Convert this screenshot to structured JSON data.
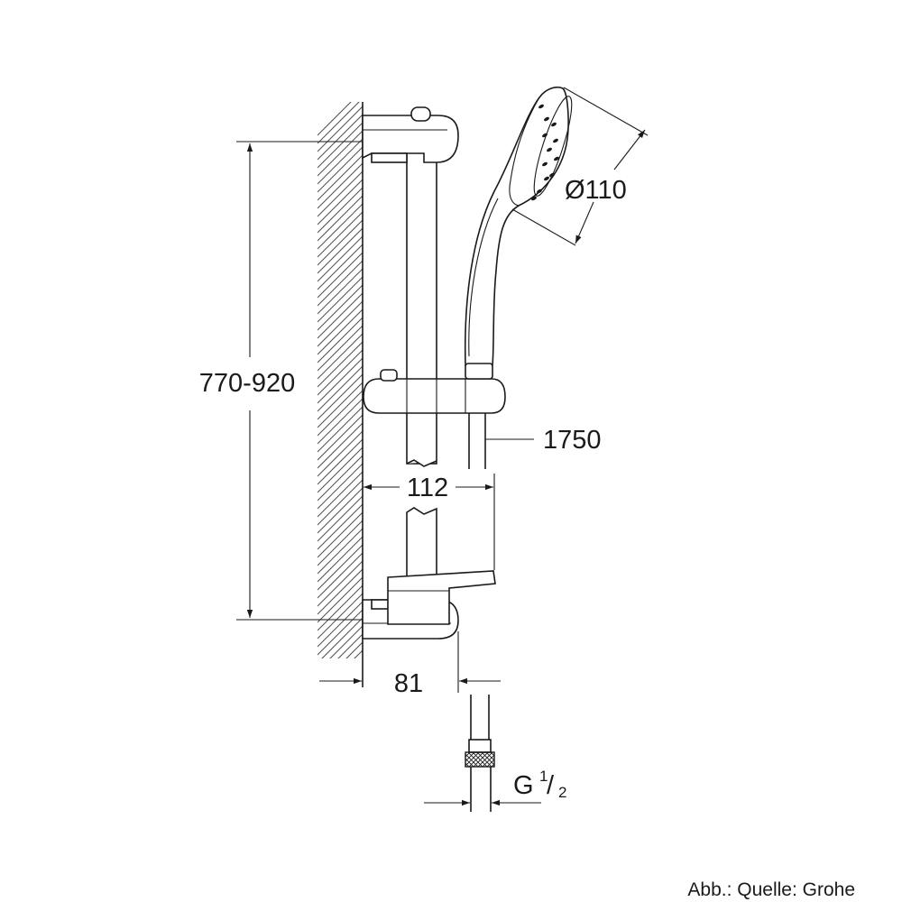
{
  "dimensions": {
    "rail_height": "770-920",
    "hose_length": "1750",
    "head_diameter": "Ø110",
    "slider_width": "112",
    "wall_distance": "81",
    "thread_prefix": "G",
    "thread_num": "1",
    "thread_slash": "/",
    "thread_den": "2"
  },
  "caption": "Abb.: Quelle: Grohe",
  "colors": {
    "line": "#1a1a1a",
    "hatch": "#555555",
    "background": "#ffffff"
  }
}
